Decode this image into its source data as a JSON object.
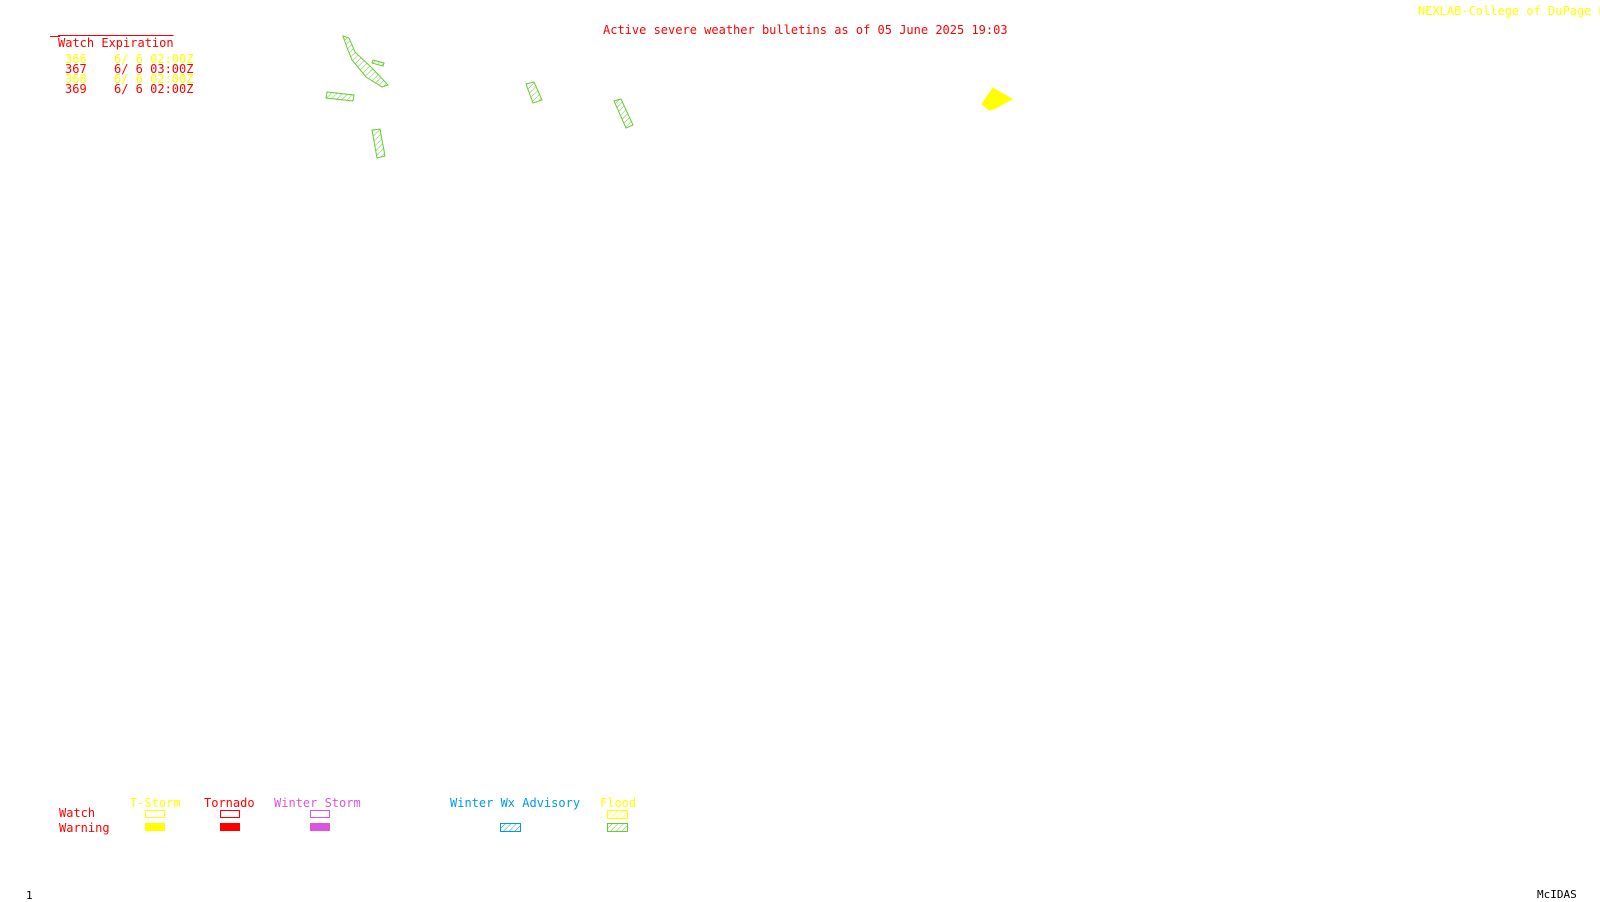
{
  "header": {
    "title": "Active severe weather bulletins as of 05 June 2025 19:03",
    "source_label": "NEXLAB-College of DuPage R"
  },
  "watch_table": {
    "heading": "Watch Expiration",
    "rows": [
      {
        "id": "366",
        "expires": "6/ 6 02:00Z",
        "color": "#ffff00"
      },
      {
        "id": "367",
        "expires": "6/ 6 03:00Z",
        "color": "#ff0000"
      },
      {
        "id": "368",
        "expires": "6/ 6 02:00Z",
        "color": "#ffff00"
      },
      {
        "id": "369",
        "expires": "6/ 6 02:00Z",
        "color": "#ff0000"
      }
    ]
  },
  "legend": {
    "row_labels": {
      "watch": "Watch",
      "warning": "Warning"
    },
    "categories": [
      {
        "label": "T-Storm",
        "color": "#ffff00",
        "watch_style": "outline",
        "warning_style": "filled"
      },
      {
        "label": "Tornado",
        "color": "#ff0000",
        "watch_style": "outline",
        "warning_style": "filled"
      },
      {
        "label": "Winter Storm",
        "color": "#dd55dd",
        "watch_style": "outline",
        "warning_style": "filled"
      },
      {
        "label": "Winter Wx Advisory",
        "color": "#0099ee",
        "watch_style": "none",
        "warning_style": "hatched"
      },
      {
        "label": "Flood",
        "color": "#ffff00",
        "watch_style": "hatched",
        "warning_style": "hatched",
        "warning_color": "#66cc33"
      }
    ]
  },
  "map": {
    "flood_warning_color": "#66cc33",
    "tstorm_warning_color": "#ffff00",
    "flood_warning_count": 6,
    "tstorm_warning_count": 1
  },
  "footer": {
    "frame_number": "1",
    "software_label": "McIDAS"
  }
}
